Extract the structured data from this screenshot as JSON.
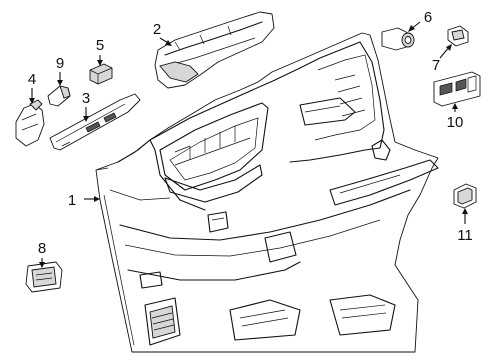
{
  "diagram": {
    "background_color": "#ffffff",
    "line_color": "#111111",
    "callouts": [
      {
        "id": "c1",
        "label": "1"
      },
      {
        "id": "c2",
        "label": "2"
      },
      {
        "id": "c3",
        "label": "3"
      },
      {
        "id": "c4",
        "label": "4"
      },
      {
        "id": "c5",
        "label": "5"
      },
      {
        "id": "c6",
        "label": "6"
      },
      {
        "id": "c7",
        "label": "7"
      },
      {
        "id": "c8",
        "label": "8"
      },
      {
        "id": "c9",
        "label": "9"
      },
      {
        "id": "c10",
        "label": "10"
      },
      {
        "id": "c11",
        "label": "11"
      }
    ]
  }
}
